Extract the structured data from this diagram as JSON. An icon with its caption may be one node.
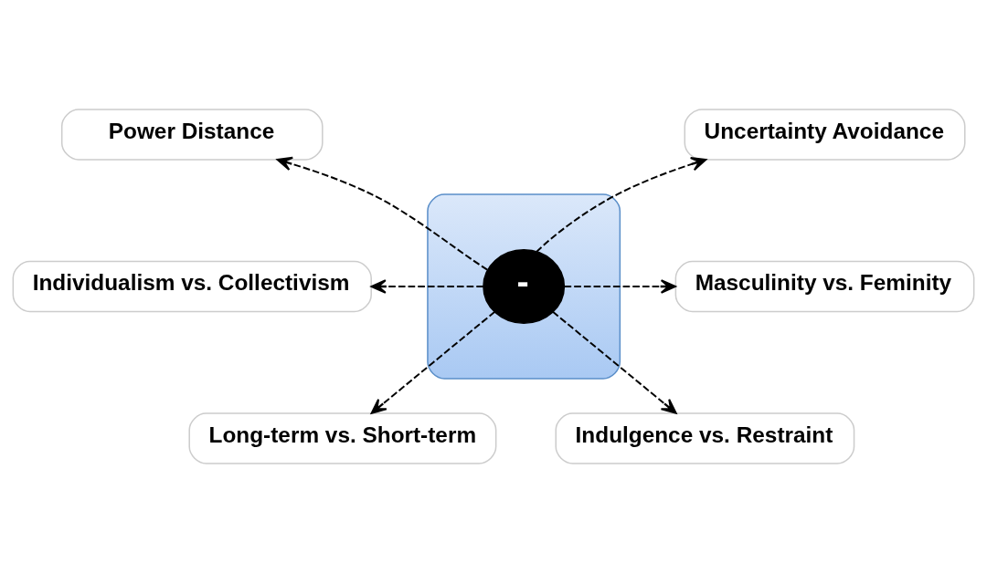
{
  "diagram": {
    "nodes": [
      {
        "text": [
          "Power Distance"
        ]
      },
      {
        "text": [
          "Uncertainty Avoidance"
        ]
      },
      {
        "text": [],
        "shape": "hexagon"
      },
      {
        "text": [
          "Individualism vs. Collectivism"
        ]
      },
      {
        "text": [
          "-"
        ],
        "in": 2
      },
      {
        "text": [
          "Masculinity vs. Feminity"
        ]
      },
      {
        "text": [
          "Long-term vs. Short-term"
        ]
      },
      {
        "text": [
          "Indulgence vs. Restraint"
        ]
      }
    ],
    "edges": [
      {
        "from": 4,
        "to": 0,
        "arrow": "to",
        "style": "dashed"
      },
      {
        "from": 4,
        "to": 1,
        "arrow": "to",
        "style": "dashed"
      },
      {
        "from": 4,
        "to": 3,
        "arrow": "to",
        "style": "dashed"
      },
      {
        "from": 4,
        "to": 5,
        "arrow": "to",
        "style": "dashed"
      },
      {
        "from": 4,
        "to": 6,
        "arrow": "to",
        "style": "dashed"
      },
      {
        "from": 4,
        "to": 7,
        "arrow": "to",
        "style": "dashed"
      }
    ]
  }
}
